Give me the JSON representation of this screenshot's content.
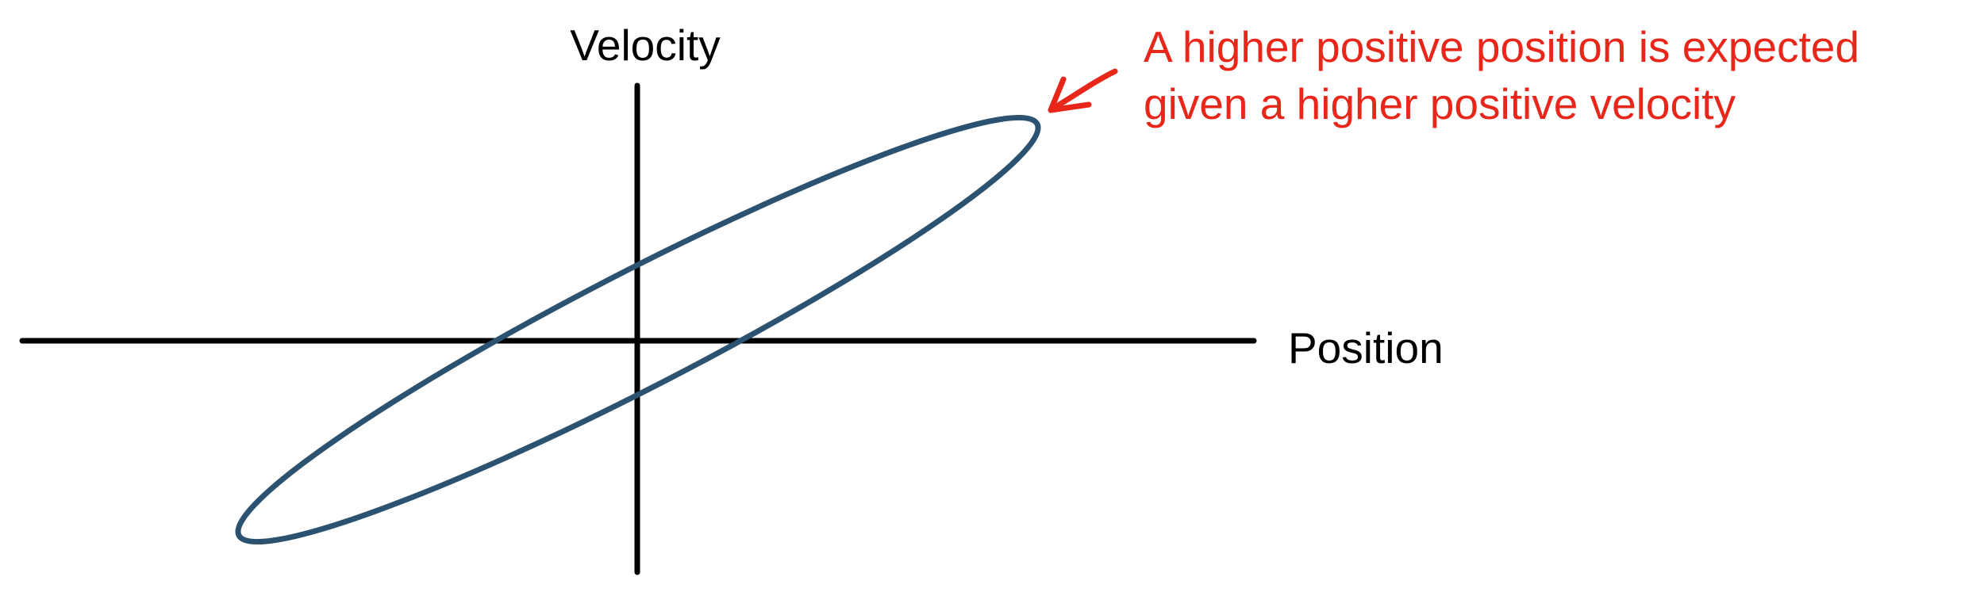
{
  "labels": {
    "y_axis": "Velocity",
    "x_axis": "Position"
  },
  "annotation": {
    "line1": "A higher positive position is expected",
    "line2": "given a higher positive velocity"
  },
  "colors": {
    "ellipse": "#2b5270",
    "annotation": "#e8261a",
    "axes": "#000000"
  }
}
